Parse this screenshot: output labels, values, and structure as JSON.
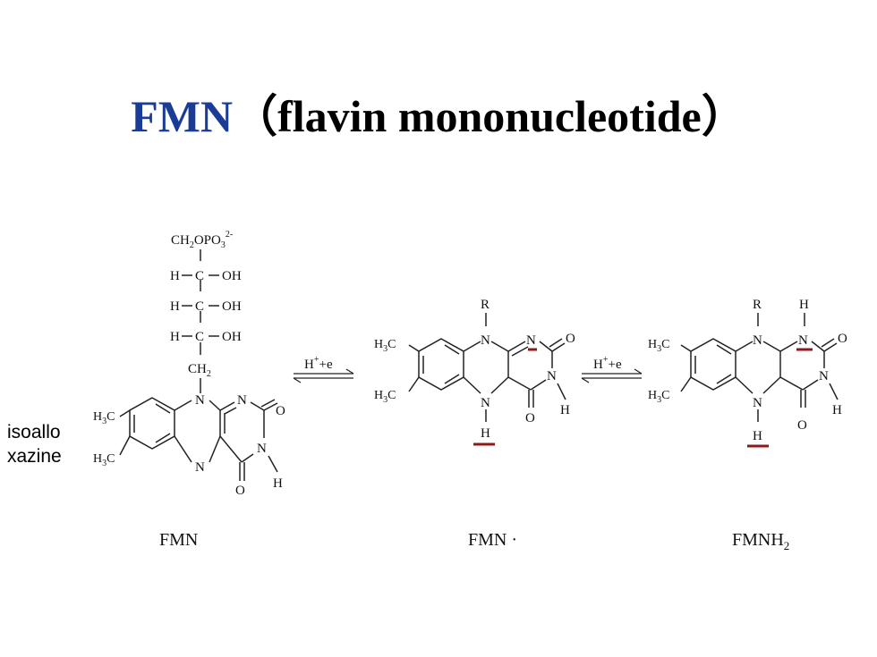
{
  "title": {
    "abbr": "FMN",
    "full": "（flavin mononucleotide）"
  },
  "side_label": {
    "line1": "isoallo",
    "line2": "xazine"
  },
  "captions": {
    "fmn": "FMN",
    "semiquinone": "FMN ·",
    "reduced_main": "FMNH",
    "reduced_sub": "2"
  },
  "reaction": {
    "reagent_base": "H",
    "reagent_sup": "+",
    "reagent_tail": "+e"
  },
  "atoms": {
    "N": "N",
    "O": "O",
    "H": "H",
    "R": "R",
    "C": "C",
    "OH": "OH",
    "H3C_main": "H",
    "H3C_sub": "3",
    "H3C_tail": "C",
    "CH2_main": "CH",
    "CH2_sub": "2",
    "phosphate_main": "CH",
    "phosphate_sub1": "2",
    "phosphate_mid": "OPO",
    "phosphate_sub2": "3",
    "phosphate_sup": "2-"
  },
  "colors": {
    "title_accent": "#1a3c96",
    "hydrogen_marker": "#8b1a1a"
  }
}
